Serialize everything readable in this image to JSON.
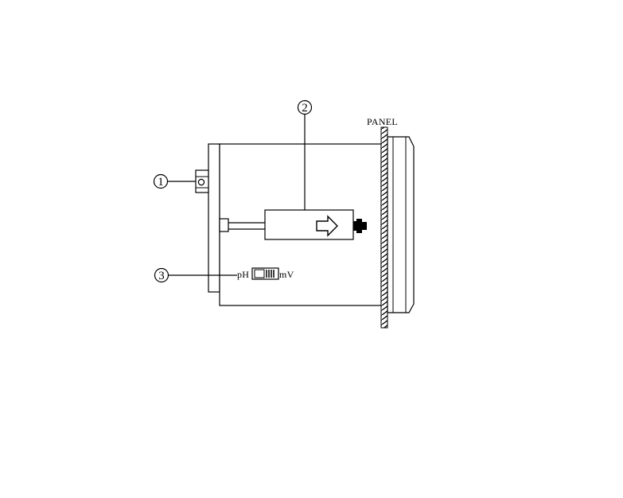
{
  "diagram": {
    "panel_label": "PANEL",
    "callouts": [
      {
        "id": "1",
        "text": "1"
      },
      {
        "id": "2",
        "text": "2"
      },
      {
        "id": "3",
        "text": "3"
      }
    ],
    "switch": {
      "left_label": "pH",
      "right_label": "mV"
    }
  }
}
